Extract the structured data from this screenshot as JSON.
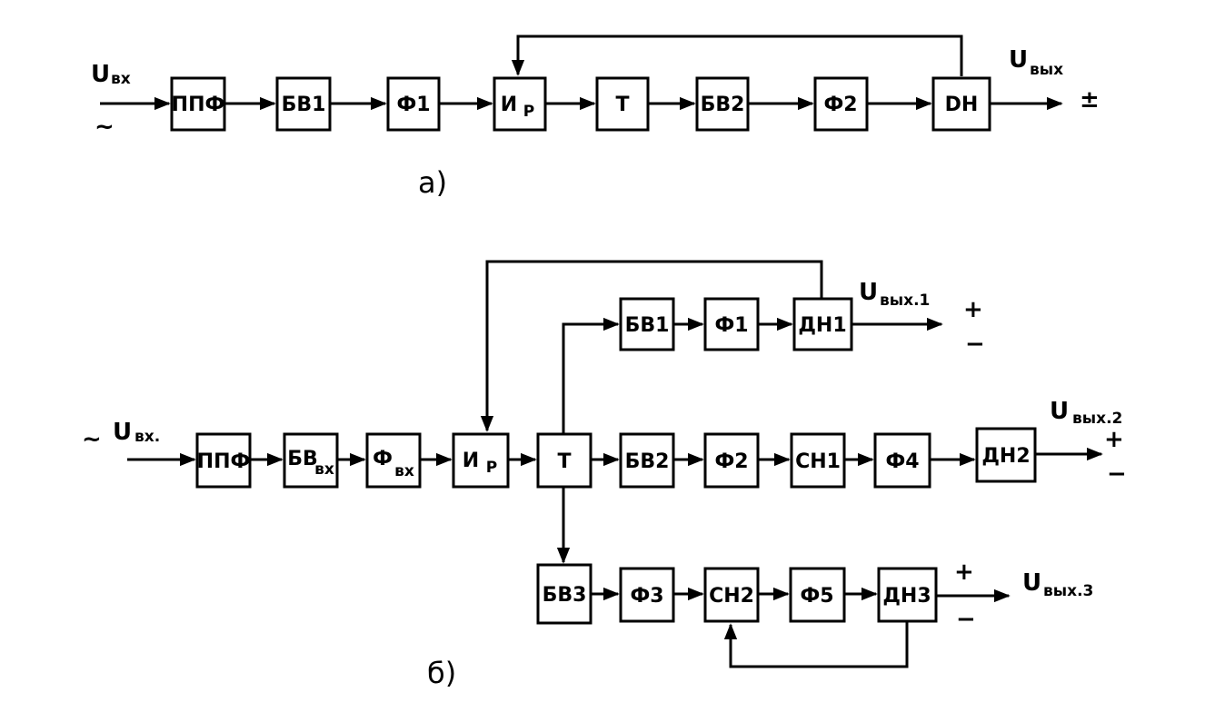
{
  "diagram_a": {
    "caption": "a)",
    "input": {
      "main": "U",
      "sub": "вх",
      "tilde": "~"
    },
    "output": {
      "main": "U",
      "sub": "вых",
      "plusminus": "±"
    },
    "blocks": [
      {
        "id": "a-ppf",
        "label": "ППФ"
      },
      {
        "id": "a-bv1",
        "label": "БВ1"
      },
      {
        "id": "a-f1",
        "label": "Ф1"
      },
      {
        "id": "a-ir",
        "label": "И",
        "sub": "Р"
      },
      {
        "id": "a-t",
        "label": "Т"
      },
      {
        "id": "a-bv2",
        "label": "БВ2"
      },
      {
        "id": "a-f2",
        "label": "Ф2"
      },
      {
        "id": "a-dn",
        "label": "DН"
      }
    ]
  },
  "diagram_b": {
    "caption": "б)",
    "input": {
      "main": "U",
      "sub": "вх.",
      "tilde": "~"
    },
    "outputs": [
      {
        "main": "U",
        "sub": "вых.1",
        "plus": "+",
        "minus": "−"
      },
      {
        "main": "U",
        "sub": "вых.2",
        "plus": "+",
        "minus": "−"
      },
      {
        "main": "U",
        "sub": "вых.3",
        "plus": "+",
        "minus": "−"
      }
    ],
    "blocks": [
      {
        "id": "b-ppf",
        "label": "ППФ"
      },
      {
        "id": "b-bvvx",
        "label": "БВ",
        "sub": "вх"
      },
      {
        "id": "b-fvx",
        "label": "Ф",
        "sub": "вх"
      },
      {
        "id": "b-ir",
        "label": "И",
        "sub": "Р"
      },
      {
        "id": "b-t",
        "label": "Т"
      },
      {
        "id": "b-bv1",
        "label": "БВ1"
      },
      {
        "id": "b-f1",
        "label": "Ф1"
      },
      {
        "id": "b-dn1",
        "label": "ДН1"
      },
      {
        "id": "b-bv2",
        "label": "БВ2"
      },
      {
        "id": "b-f2",
        "label": "Ф2"
      },
      {
        "id": "b-sn1",
        "label": "СН1"
      },
      {
        "id": "b-f4",
        "label": "Ф4"
      },
      {
        "id": "b-dn2",
        "label": "ДН2"
      },
      {
        "id": "b-bv3",
        "label": "БВ3"
      },
      {
        "id": "b-f3",
        "label": "Ф3"
      },
      {
        "id": "b-sn2",
        "label": "СН2"
      },
      {
        "id": "b-f5",
        "label": "Ф5"
      },
      {
        "id": "b-dn3",
        "label": "ДН3"
      }
    ]
  }
}
